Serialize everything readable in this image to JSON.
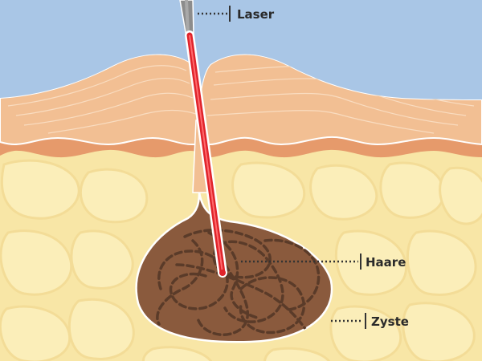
{
  "labels": {
    "laser": "Laser",
    "hair": "Haare",
    "cyst": "Zyste"
  },
  "colors": {
    "sky": "#a9c6e6",
    "skin_upper": "#f2bf93",
    "skin_lower": "#e69a6b",
    "fat": "#f8e6a6",
    "fat_cells": "#fbeeb9",
    "cyst": "#8a5a3d",
    "hair": "#5a3b29",
    "laser_beam": "#e0242b",
    "probe": "#8c8c8c",
    "leader": "#333333"
  },
  "icons": {
    "probe": "laser-probe-icon"
  }
}
